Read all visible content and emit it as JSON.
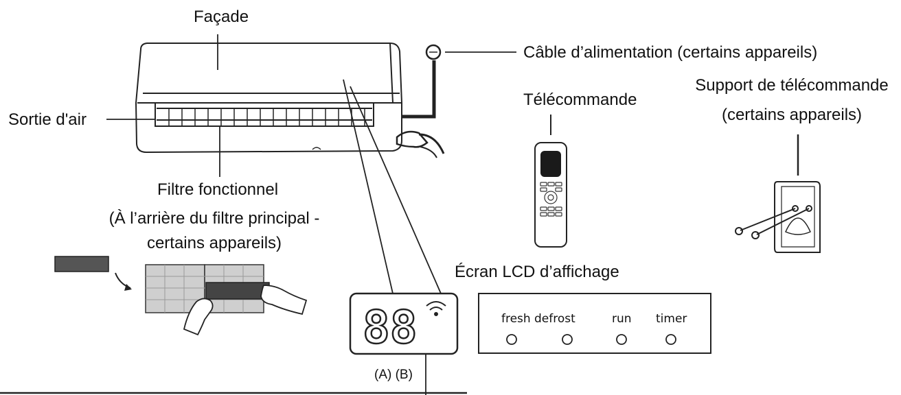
{
  "labels": {
    "front_panel": "Façade",
    "power_cable": "Câble d’alimentation (certains appareils)",
    "remote": "Télécommande",
    "remote_holder_line1": "Support de télécommande",
    "remote_holder_line2": "(certains appareils)",
    "air_outlet": "Sortie d'air",
    "filter_line1": "Filtre fonctionnel",
    "filter_line2": "(À l’arrière du filtre principal -",
    "filter_line3": "certains appareils)",
    "lcd_title": "Écran LCD d’affichage",
    "display_digits": "88",
    "display_marks": "(A) (B)"
  },
  "indicators": [
    "fresh",
    "defrost",
    "run",
    "timer"
  ],
  "icons": [
    "wifi-icon",
    "screw-icon",
    "hand-icon",
    "remote-buttons-icon"
  ]
}
